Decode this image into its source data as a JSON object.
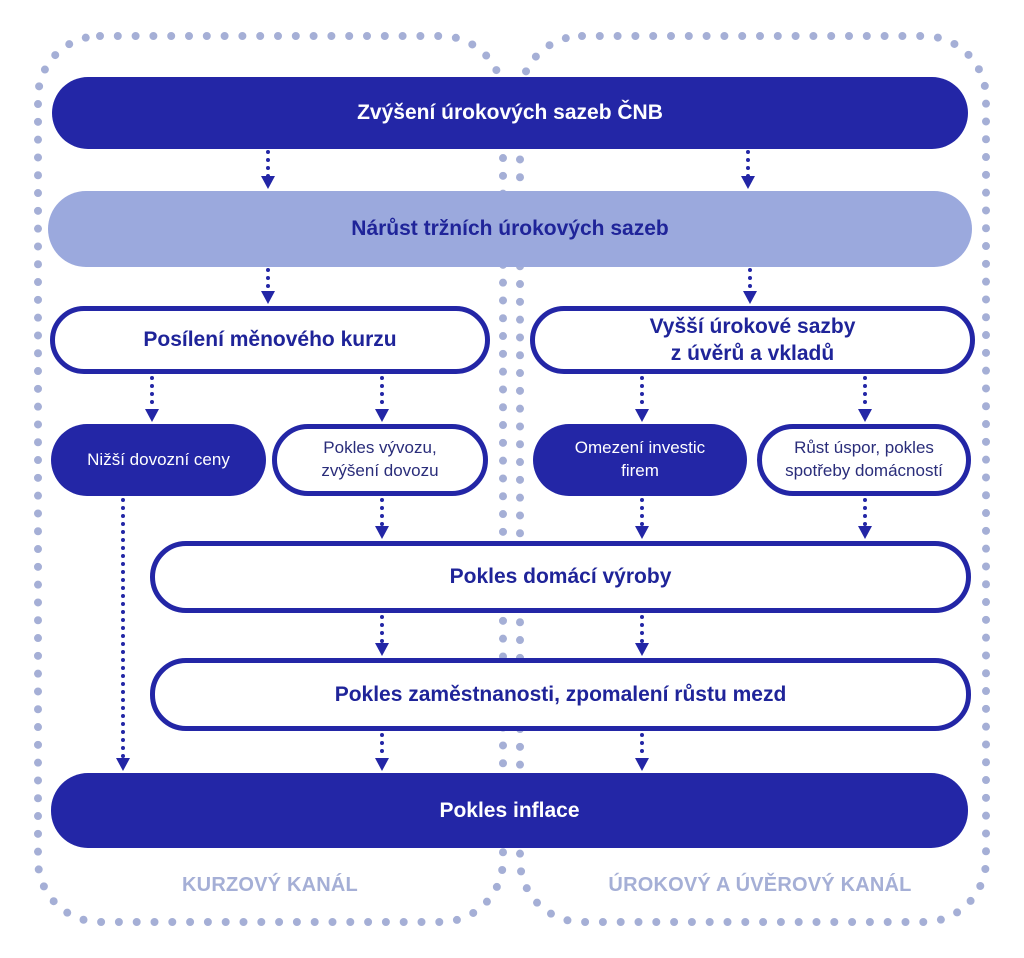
{
  "colors": {
    "dark_blue": "#2326a6",
    "light_blue": "#9ba9dd",
    "dot_gray_blue": "#a5afd6",
    "text_dark": "#1f2499"
  },
  "nodes": {
    "cnb_rate_hike": "Zvýšení úrokových sazeb ČNB",
    "market_rates_rise": "Nárůst tržních úrokových sazeb",
    "currency_appreciation": "Posílení měnového kurzu",
    "higher_loan_deposit_rates": "Vyšší úrokové sazby\nz úvěrů a vkladů",
    "lower_import_prices": "Nižší dovozní ceny",
    "exports_down_imports_up": "Pokles vývozu,\nzvýšení dovozu",
    "limited_investment": "Omezení investic\nfirem",
    "savings_up_consumption_down": "Růst úspor, pokles\nspotřeby domácností",
    "domestic_output_down": "Pokles domácí výroby",
    "employment_down_wages_slow": "Pokles zaměstnanosti, zpomalení růstu mezd",
    "inflation_down": "Pokles inflace"
  },
  "channels": {
    "exchange_rate": "KURZOVÝ KANÁL",
    "interest_credit": "ÚROKOVÝ A ÚVĚROVÝ KANÁL"
  },
  "edges": [
    {
      "from": "cnb_rate_hike",
      "to": "market_rates_rise",
      "channel": "exchange_rate"
    },
    {
      "from": "cnb_rate_hike",
      "to": "market_rates_rise",
      "channel": "interest_credit"
    },
    {
      "from": "market_rates_rise",
      "to": "currency_appreciation"
    },
    {
      "from": "market_rates_rise",
      "to": "higher_loan_deposit_rates"
    },
    {
      "from": "currency_appreciation",
      "to": "lower_import_prices"
    },
    {
      "from": "currency_appreciation",
      "to": "exports_down_imports_up"
    },
    {
      "from": "higher_loan_deposit_rates",
      "to": "limited_investment"
    },
    {
      "from": "higher_loan_deposit_rates",
      "to": "savings_up_consumption_down"
    },
    {
      "from": "exports_down_imports_up",
      "to": "domestic_output_down"
    },
    {
      "from": "limited_investment",
      "to": "domestic_output_down"
    },
    {
      "from": "savings_up_consumption_down",
      "to": "domestic_output_down"
    },
    {
      "from": "domestic_output_down",
      "to": "employment_down_wages_slow",
      "channel": "exchange_rate"
    },
    {
      "from": "domestic_output_down",
      "to": "employment_down_wages_slow",
      "channel": "interest_credit"
    },
    {
      "from": "lower_import_prices",
      "to": "inflation_down"
    },
    {
      "from": "employment_down_wages_slow",
      "to": "inflation_down",
      "channel": "exchange_rate"
    },
    {
      "from": "employment_down_wages_slow",
      "to": "inflation_down",
      "channel": "interest_credit"
    }
  ]
}
